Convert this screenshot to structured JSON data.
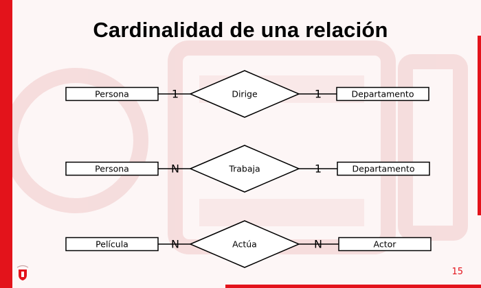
{
  "slide": {
    "title": "Cardinalidad de una relación",
    "page_number": "15",
    "accent_color": "#e3131b"
  },
  "relations": [
    {
      "left_entity": "Persona",
      "relationship": "Dirige",
      "right_entity": "Departamento",
      "left_card": "1",
      "right_card": "1"
    },
    {
      "left_entity": "Persona",
      "relationship": "Trabaja",
      "right_entity": "Departamento",
      "left_card": "N",
      "right_card": "1"
    },
    {
      "left_entity": "Película",
      "relationship": "Actúa",
      "right_entity": "Actor",
      "left_card": "N",
      "right_card": "N"
    }
  ],
  "logo": {
    "icon": "university-shield-icon"
  }
}
